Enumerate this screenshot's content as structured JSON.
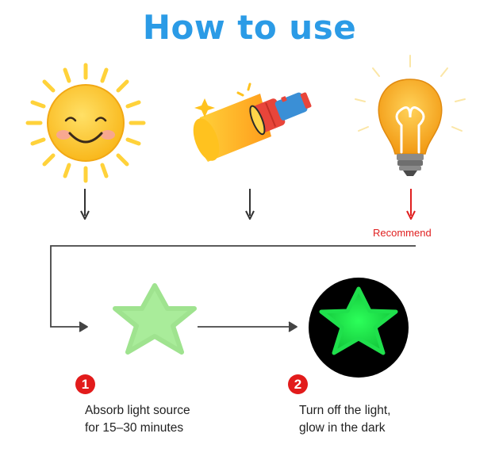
{
  "title": "How to use",
  "recommend_label": "Recommend",
  "colors": {
    "title": "#2b9be6",
    "accent_red": "#e21b1b",
    "star_glow": "#22e04a",
    "star_light": "#a9ec9a",
    "sun": "#ffcc33",
    "bulb": "#f5a623"
  },
  "light_sources": [
    {
      "icon": "sun-icon"
    },
    {
      "icon": "flashlight-icon"
    },
    {
      "icon": "light-bulb-icon"
    }
  ],
  "steps": [
    {
      "number": "1",
      "line1": "Absorb light source",
      "line2": "for 15–30 minutes"
    },
    {
      "number": "2",
      "line1": "Turn off the light,",
      "line2": "glow in the dark"
    }
  ]
}
